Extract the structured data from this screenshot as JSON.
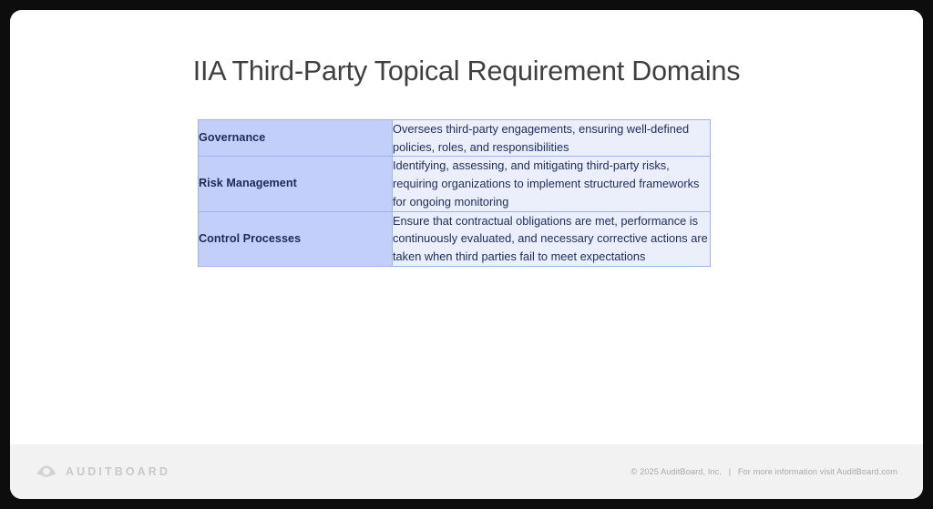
{
  "slide": {
    "title": "IIA Third-Party Topical Requirement Domains",
    "rows": [
      {
        "name": "Governance",
        "description": "Oversees third-party engagements, ensuring well-defined policies, roles, and responsibilities"
      },
      {
        "name": "Risk Management",
        "description": "Identifying, assessing, and mitigating third-party risks, requiring organizations to implement structured frameworks for ongoing monitoring"
      },
      {
        "name": "Control Processes",
        "description": "Ensure that contractual obligations are met, performance is continuously evaluated, and necessary corrective actions are taken when third parties fail to meet expectations"
      }
    ]
  },
  "footer": {
    "brand_name": "AUDITBOARD",
    "copyright": "© 2025  AuditBoard, Inc.",
    "separator": "|",
    "info": "For more information visit AuditBoard.com"
  },
  "colors": {
    "name_cell_bg": "#c2cffa",
    "desc_cell_bg": "#eaeffb",
    "cell_border": "#9fb3ef",
    "name_text": "#1f2a56",
    "desc_text": "#1f3060",
    "title_text": "#3f3f41",
    "footer_bg": "#f2f2f2",
    "footer_text": "#a8a8a8",
    "frame": "#0d0d0d"
  }
}
